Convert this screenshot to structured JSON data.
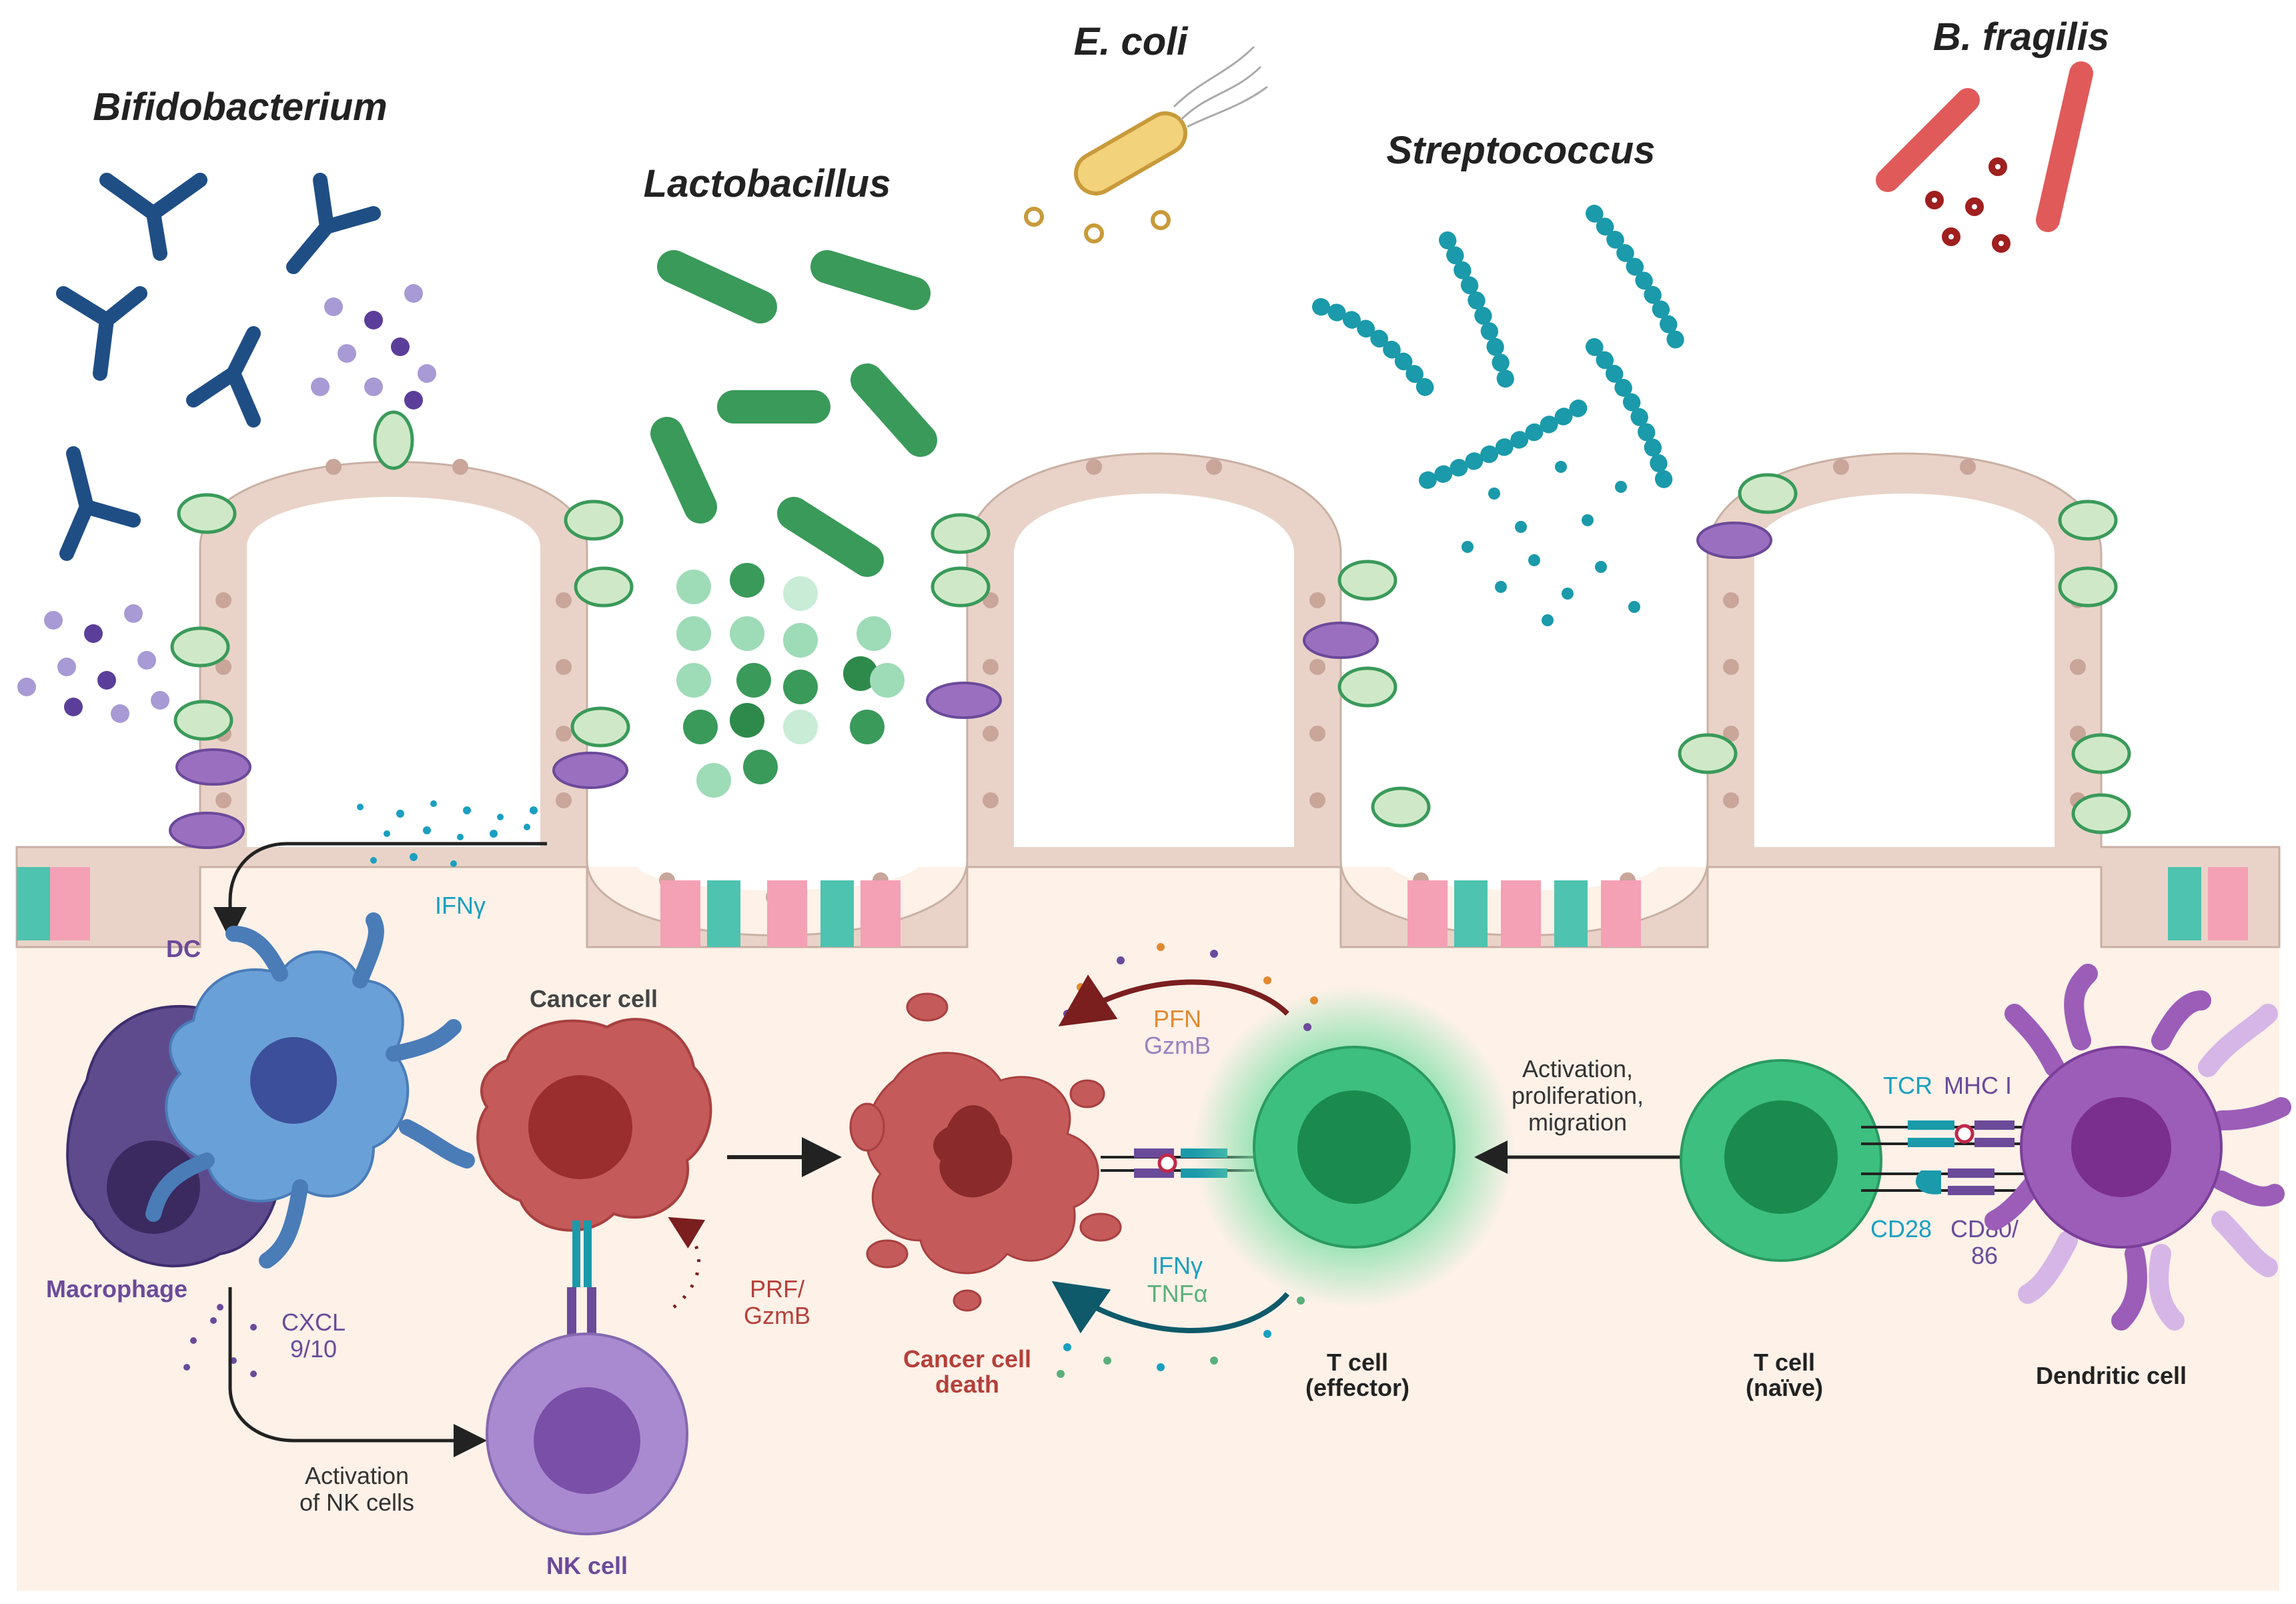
{
  "bacteria": {
    "bifidobacterium": "Bifidobacterium",
    "lactobacillus": "Lactobacillus",
    "ecoli": "E. coli",
    "streptococcus": "Streptococcus",
    "bfragilis": "B. fragilis"
  },
  "labels": {
    "ifng_top": "IFNγ",
    "dc": "DC",
    "macrophage": "Macrophage",
    "cxcl_1": "CXCL",
    "cxcl_2": "9/10",
    "activation_nk_1": "Activation",
    "activation_nk_2": "of NK cells",
    "nk_cell": "NK cell",
    "cancer_cell": "Cancer cell",
    "prf_1": "PRF/",
    "prf_2": "GzmB",
    "pfn": "PFN",
    "gzmb": "GzmB",
    "death_1": "Cancer cell",
    "death_2": "death",
    "ifng_bottom": "IFNγ",
    "tnfa": "TNFα",
    "teff_1": "T cell",
    "teff_2": "(effector)",
    "activation_1": "Activation,",
    "activation_2": "proliferation,",
    "activation_3": "migration",
    "tcr": "TCR",
    "mhc": "MHC I",
    "cd28": "CD28",
    "cd80_1": "CD80/",
    "cd80_2": "86",
    "tnaive_1": "T cell",
    "tnaive_2": "(naïve)",
    "dendritic": "Dendritic cell"
  },
  "colors": {
    "background_tissue": "#fdf1e8",
    "epithelium": "#e9d3c8",
    "goblet_cell": "#3a9a5a",
    "bifidobacterium": "#1f4e85",
    "lactobacillus": "#3a9a5a",
    "streptococcus": "#1a9aaa",
    "bfragilis": "#e05a5a",
    "ecoli": "#f2d27a",
    "dendritic_cell": "#6aa0d8",
    "macrophage": "#5e4b8e",
    "cancer_cell": "#c44b4b",
    "nk_cell": "#9d7fc0",
    "t_cell": "#3dbf7f",
    "dendritic_cell_purple": "#9b5db8",
    "text_purple": "#6b4a9a",
    "text_cyan": "#1aa0c0",
    "text_red": "#b5403a",
    "text_orange": "#e08a30",
    "text_green": "#5ab07a"
  }
}
